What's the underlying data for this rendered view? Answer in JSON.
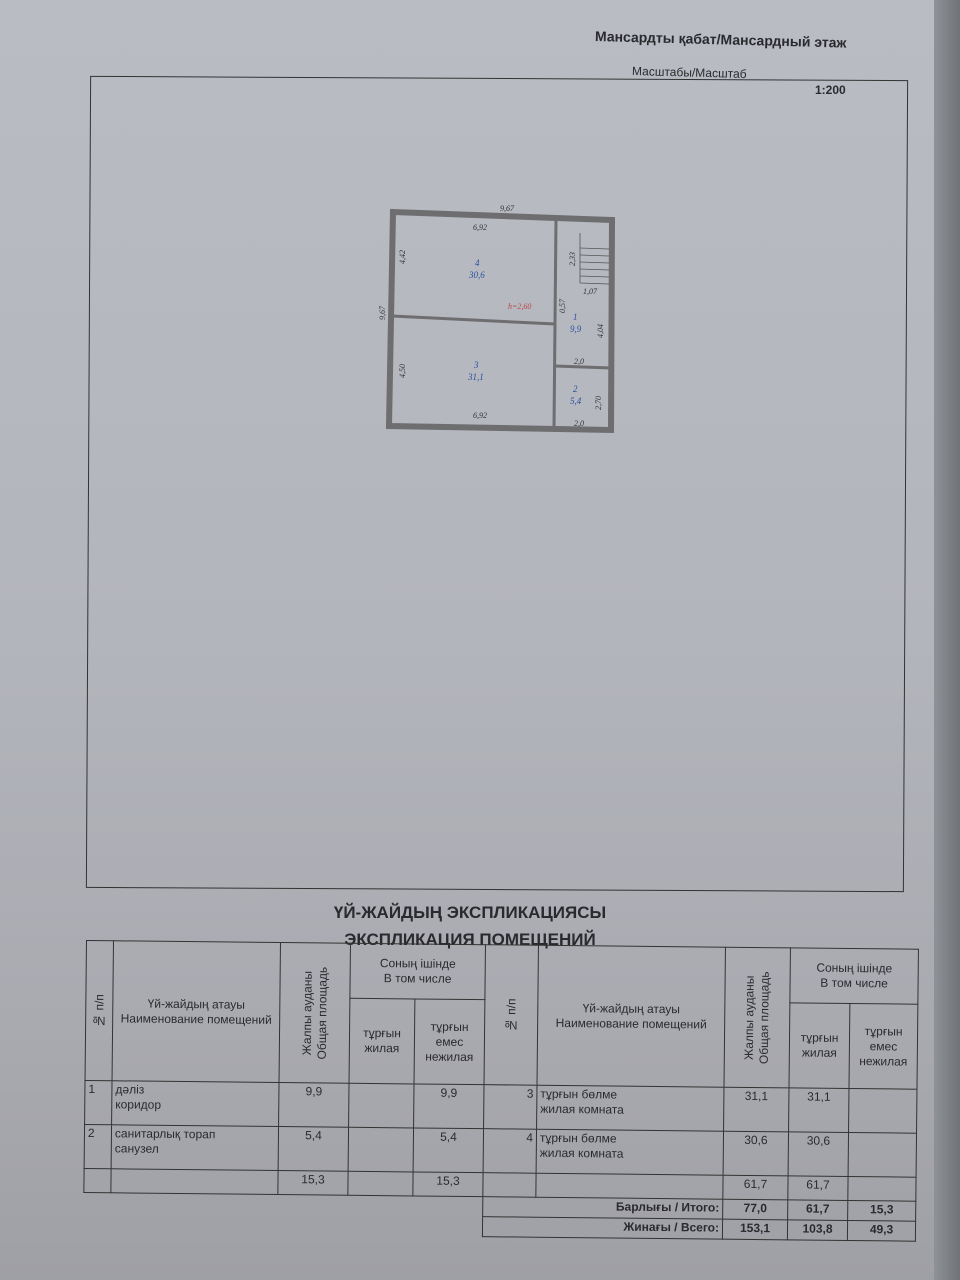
{
  "header": {
    "floor_title": "Мансардты қабат/Мансардный этаж",
    "scale_label": "Масштабы/Масштаб",
    "scale_value": "1:200"
  },
  "plan": {
    "dims": {
      "top_total": "9,67",
      "left_total": "9,67",
      "room4_top": "6,92",
      "room4_side": "4,42",
      "room3_side": "4,50",
      "room3_bottom": "6,92",
      "stair_side": "2,33",
      "stair_width": "1,07",
      "corridor_side": "4,04",
      "corridor_door": "0,57",
      "wc_top": "2,0",
      "wc_side": "2,70",
      "wc_bottom": "2,0"
    },
    "height": "h=2,60",
    "rooms": [
      {
        "no": "1",
        "area": "9,9"
      },
      {
        "no": "2",
        "area": "5,4"
      },
      {
        "no": "3",
        "area": "31,1"
      },
      {
        "no": "4",
        "area": "30,6"
      }
    ]
  },
  "explication": {
    "title_kz": "ҮЙ-ЖАЙДЫҢ ЭКСПЛИКАЦИЯСЫ",
    "title_ru": "ЭКСПЛИКАЦИЯ ПОМЕЩЕНИЙ",
    "headers": {
      "no": "№ п/п",
      "name_kz": "Үй-жайдың атауы",
      "name_ru": "Наименование помещений",
      "total": "Жалпы ауданы Общая площадь",
      "incl_kz": "Соның ішінде",
      "incl_ru": "В том числе",
      "living": "тұрғын жилая",
      "nonliving": "тұрғын емес нежилая"
    },
    "left_rows": [
      {
        "no": "1",
        "name_kz": "дәліз",
        "name_ru": "коридор",
        "total": "9,9",
        "living": "",
        "nonliving": "9,9"
      },
      {
        "no": "2",
        "name_kz": "санитарлық торап",
        "name_ru": "санузел",
        "total": "5,4",
        "living": "",
        "nonliving": "5,4"
      }
    ],
    "left_subtotal": {
      "total": "15,3",
      "living": "",
      "nonliving": "15,3"
    },
    "right_rows": [
      {
        "no": "3",
        "name_kz": "тұрғын бөлме",
        "name_ru": "жилая комната",
        "total": "31,1",
        "living": "31,1",
        "nonliving": ""
      },
      {
        "no": "4",
        "name_kz": "тұрғын бөлме",
        "name_ru": "жилая комната",
        "total": "30,6",
        "living": "30,6",
        "nonliving": ""
      }
    ],
    "right_subtotal": {
      "total": "61,7",
      "living": "61,7",
      "nonliving": ""
    },
    "itogo": {
      "label": "Барлығы / Итого:",
      "total": "77,0",
      "living": "61,7",
      "nonliving": "15,3"
    },
    "vsego": {
      "label": "Жинағы / Всего:",
      "total": "153,1",
      "living": "103,8",
      "nonliving": "49,3"
    }
  }
}
